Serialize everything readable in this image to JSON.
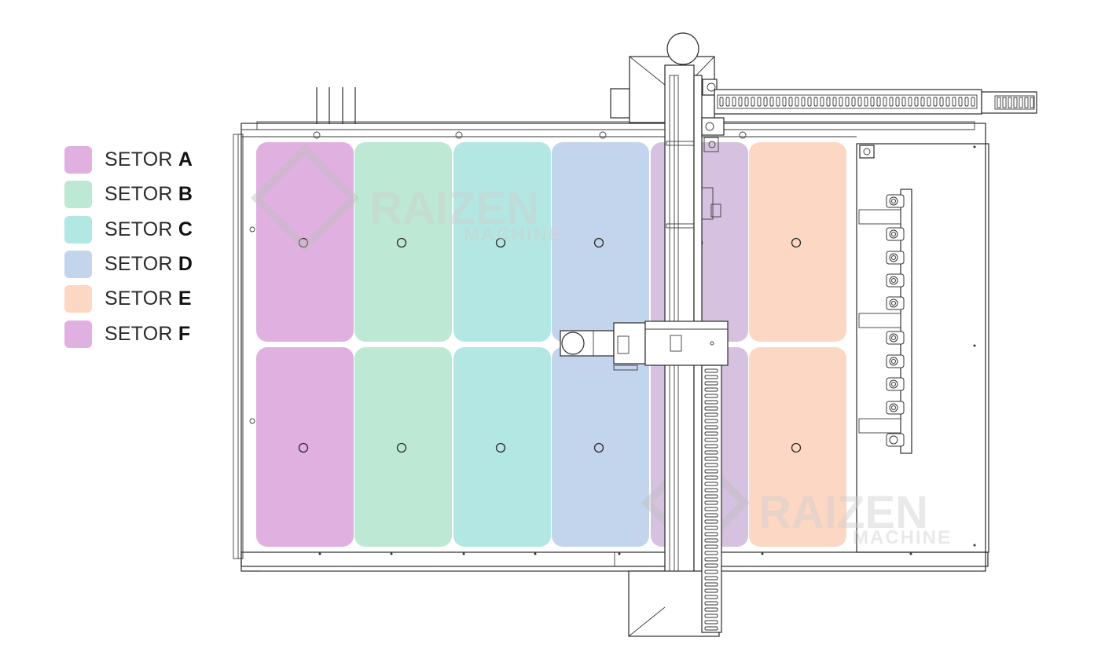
{
  "legend": {
    "prefix": "SETOR",
    "items": [
      {
        "letter": "A",
        "color": "#e0b0e0"
      },
      {
        "letter": "B",
        "color": "#bde8d4"
      },
      {
        "letter": "C",
        "color": "#b3e7e3"
      },
      {
        "letter": "D",
        "color": "#c2d5ec"
      },
      {
        "letter": "E",
        "color": "#fbd7c4"
      },
      {
        "letter": "F",
        "color": "#e0b0e0"
      }
    ]
  },
  "table_sectors": [
    {
      "letter": "A",
      "color": "#e0b0e0"
    },
    {
      "letter": "B",
      "color": "#bde8d4"
    },
    {
      "letter": "C",
      "color": "#b3e7e3"
    },
    {
      "letter": "D",
      "color": "#c2d5ec"
    },
    {
      "letter": "F",
      "color": "#d6c2e0"
    },
    {
      "letter": "E",
      "color": "#fbd7c4"
    }
  ],
  "watermark": {
    "brand": "RAIZEN",
    "sub": "MACHINE",
    "color": "#d9d9d9"
  }
}
